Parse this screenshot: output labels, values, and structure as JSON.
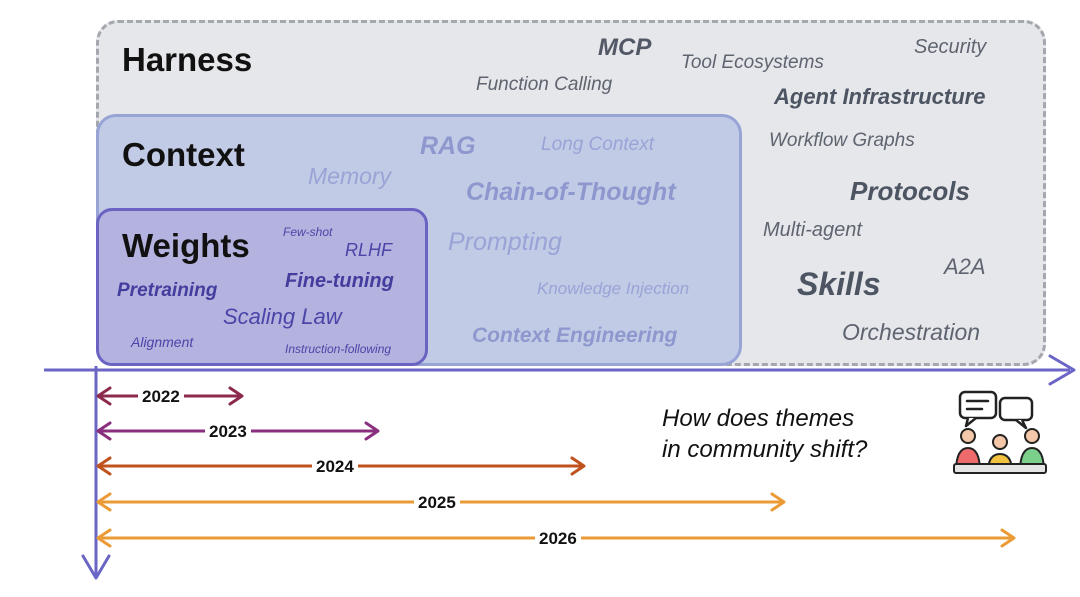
{
  "layers": {
    "harness": {
      "title": "Harness"
    },
    "context": {
      "title": "Context"
    },
    "weights": {
      "title": "Weights"
    }
  },
  "keywords": {
    "mcp": "MCP",
    "tool_ecosystems": "Tool Ecosystems",
    "security": "Security",
    "function_calling": "Function Calling",
    "agent_infrastructure": "Agent Infrastructure",
    "workflow_graphs": "Workflow Graphs",
    "protocols": "Protocols",
    "multi_agent": "Multi-agent",
    "a2a": "A2A",
    "skills": "Skills",
    "orchestration": "Orchestration",
    "rag": "RAG",
    "long_context": "Long Context",
    "memory": "Memory",
    "chain_of_thought": "Chain-of-Thought",
    "prompting": "Prompting",
    "knowledge_injection": "Knowledge Injection",
    "context_engineering": "Context Engineering",
    "few_shot": "Few-shot",
    "rlhf": "RLHF",
    "fine_tuning": "Fine-tuning",
    "pretraining": "Pretraining",
    "scaling_law": "Scaling Law",
    "alignment": "Alignment",
    "instruction_following": "Instruction-following"
  },
  "timeline": [
    {
      "year": "2022",
      "color": "#8c2a4e"
    },
    {
      "year": "2023",
      "color": "#8a2f7e"
    },
    {
      "year": "2024",
      "color": "#c0521e"
    },
    {
      "year": "2025",
      "color": "#eb9b35"
    },
    {
      "year": "2026",
      "color": "#eb9b35"
    }
  ],
  "question": {
    "line1": "How does themes",
    "line2": "in community shift?"
  },
  "colors": {
    "axis": "#6b66c6",
    "harness_fill": "#e6e7ea",
    "context_fill": "#c2cbe6",
    "weights_fill": "#b4b2df"
  }
}
